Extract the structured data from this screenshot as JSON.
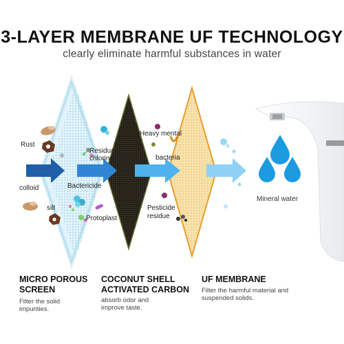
{
  "header": {
    "title": "3-LAYER MEMBRANE UF TECHNOLOGY",
    "subtitle": "clearly eliminate harmful substances in water"
  },
  "contaminants": {
    "rust": "Rust",
    "colloid": "colloid",
    "silt": "silt",
    "residual_chlorine": "Residual chlorine",
    "bactericide": "Bactericide",
    "protoplast": "Protoplast",
    "heavy_mental": "Heavy mental",
    "bacteria": "bacteria",
    "pesticide_residue": "Pesticide residue"
  },
  "output": {
    "mineral_water": "Mineral water"
  },
  "layers": [
    {
      "heading": "MICRO POROUS SCREEN",
      "description": "Filter the solid impurities."
    },
    {
      "heading": "COCONUT SHELL ACTIVATED CARBON",
      "description": "absorb odor and improve taste."
    },
    {
      "heading": "UF MEMBRANE",
      "description": "Filter the harmful material and suspended solids."
    }
  ],
  "colors": {
    "arrow_dark": "#1e5fa8",
    "arrow_mid": "#2f86d4",
    "arrow_light": "#4fb2ec",
    "arrow_pale": "#8fd0f5",
    "carbon": "#2a241c",
    "uf_membrane": "#f3d79a",
    "water_drop": "#1c9be0"
  }
}
